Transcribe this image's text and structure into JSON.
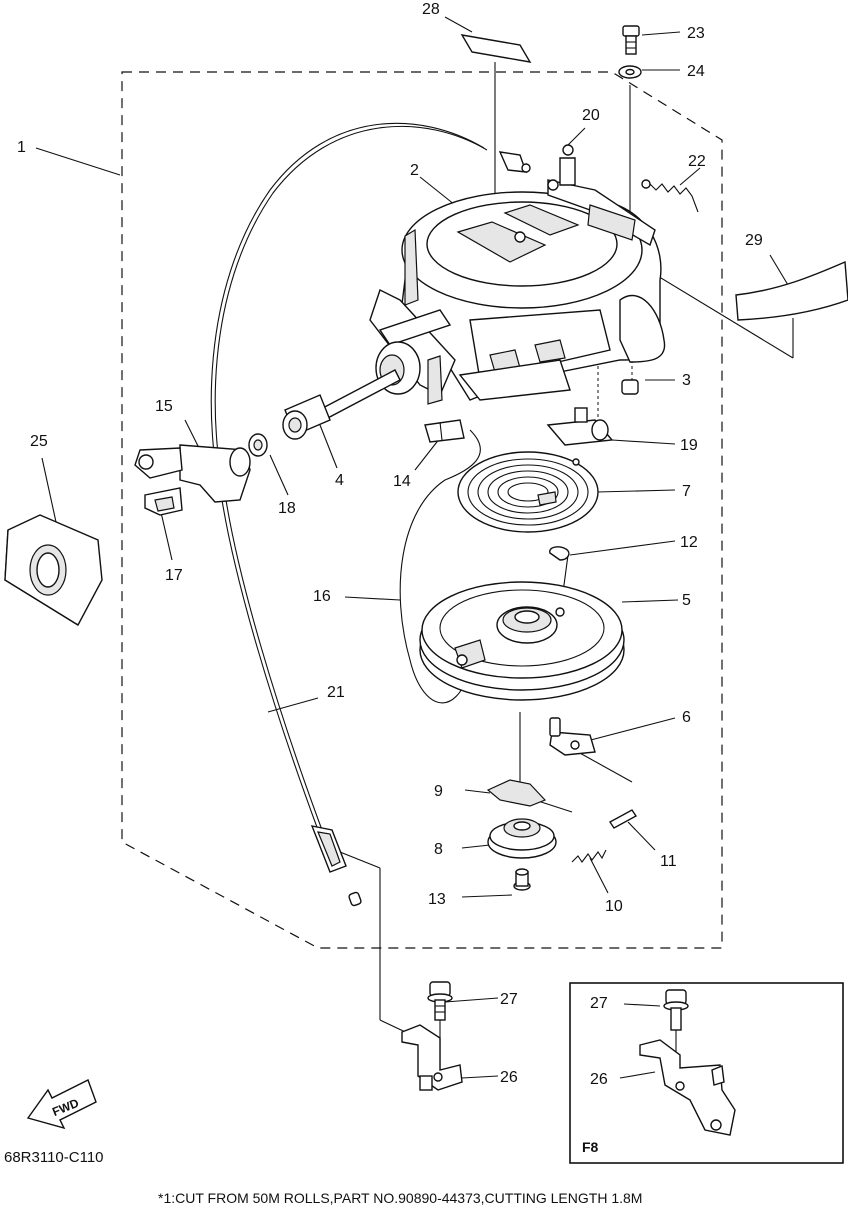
{
  "diagram": {
    "callouts": {
      "c1": "1",
      "c2": "2",
      "c3": "3",
      "c4": "4",
      "c5": "5",
      "c6": "6",
      "c7": "7",
      "c8": "8",
      "c9": "9",
      "c10": "10",
      "c11": "11",
      "c12": "12",
      "c13": "13",
      "c14": "14",
      "c15": "15",
      "c16": "16",
      "c17": "17",
      "c18": "18",
      "c19": "19",
      "c20": "20",
      "c21": "21",
      "c22": "22",
      "c23": "23",
      "c24": "24",
      "c25": "25",
      "c26": "26",
      "c27": "27",
      "c28": "28",
      "c29": "29",
      "inset_c26": "26",
      "inset_c27": "27"
    },
    "inset_label": "F8",
    "fwd_label": "FWD",
    "drawing_code": "68R3110-C110",
    "footnote": "*1:CUT FROM 50M ROLLS,PART NO.90890-44373,CUTTING LENGTH 1.8M"
  }
}
